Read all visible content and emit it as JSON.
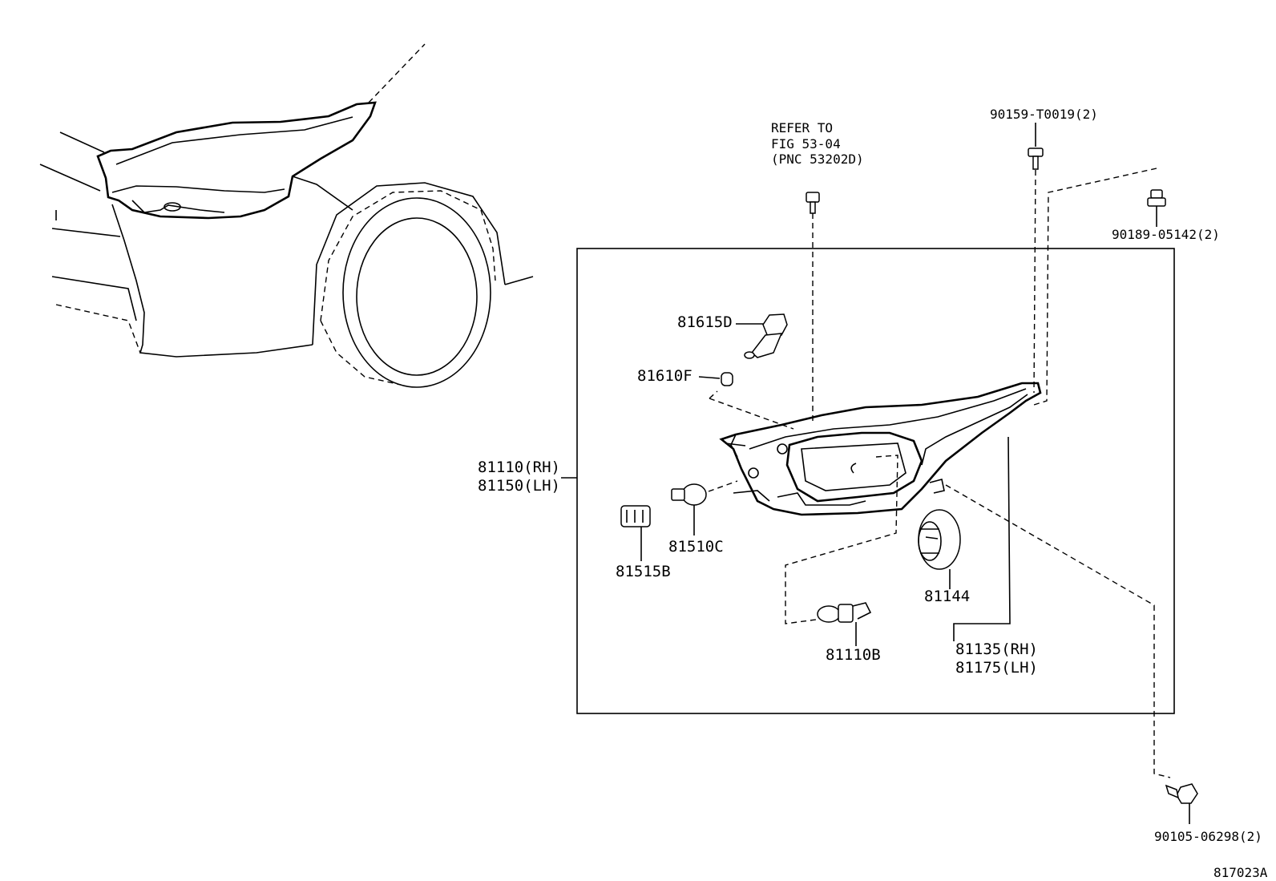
{
  "labels": {
    "refer_line1": "REFER TO",
    "refer_line2": "FIG 53-04",
    "refer_line3": "(PNC 53202D)",
    "screw_top": "90159-T0019(2)",
    "clip_right": "90189-05142(2)",
    "bulb_81615d": "81615D",
    "bulb_81610f": "81610F",
    "assy_rh": "81110(RH)",
    "assy_lh": "81150(LH)",
    "socket_81515b": "81515B",
    "bulb_81510c": "81510C",
    "cover_81144": "81144",
    "bulb_81110b": "81110B",
    "sub_rh": "81135(RH)",
    "sub_lh": "81175(LH)",
    "bolt_bottom": "90105-06298(2)",
    "figure_id": "817023A"
  }
}
